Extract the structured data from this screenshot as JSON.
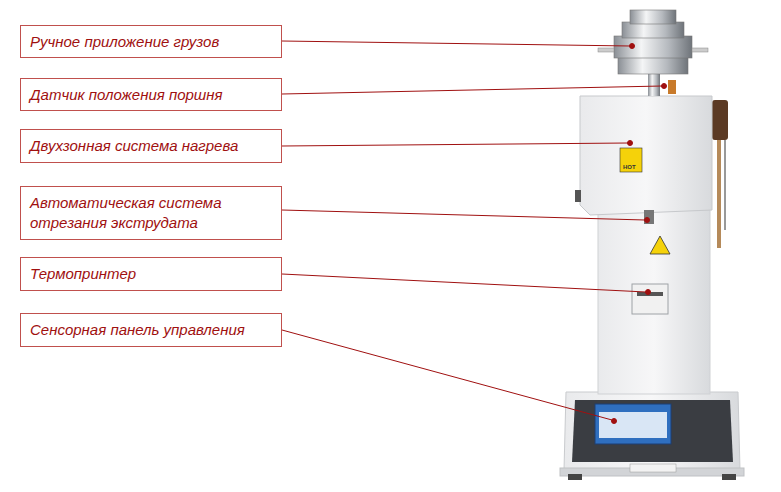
{
  "diagram": {
    "nodes": [
      {
        "text": [
          "Ручное приложение грузов"
        ]
      },
      {
        "text": [
          "Датчик положения поршня"
        ]
      },
      {
        "text": [
          "Двухзонная система нагрева"
        ]
      },
      {
        "text": [
          "Автоматическая система отрезания экструдата"
        ]
      },
      {
        "text": [
          "Термопринтер"
        ]
      },
      {
        "text": [
          "Сенсорная панель управления"
        ]
      }
    ],
    "labels": [
      "HOT"
    ]
  }
}
